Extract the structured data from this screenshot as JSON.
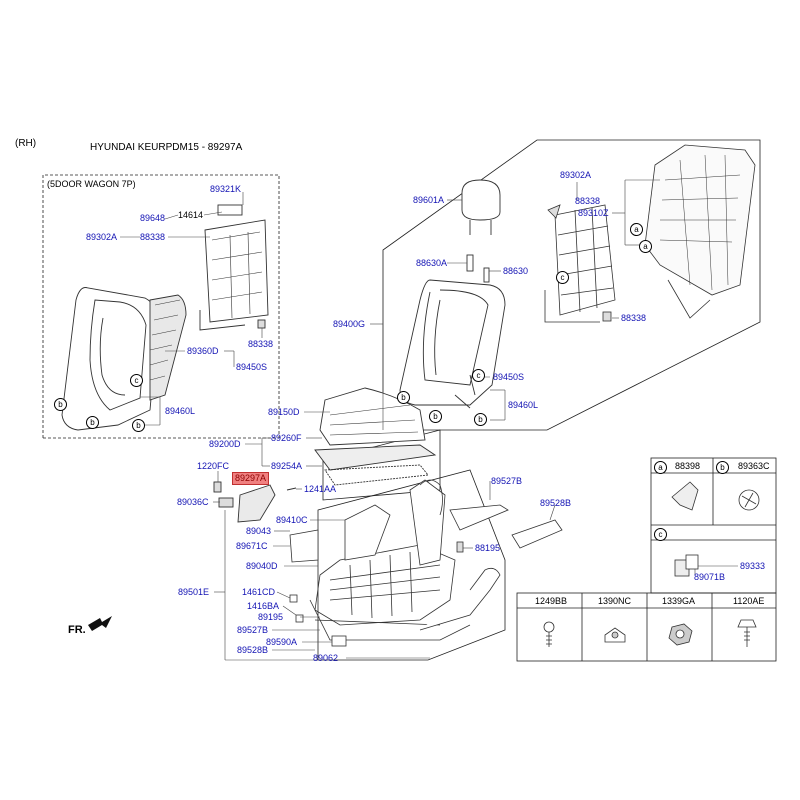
{
  "header": {
    "side": "(RH)",
    "model": "HYUNDAI KEURPDM15 - 89297A",
    "variant": "(5DOOR WAGON 7P)"
  },
  "labels": {
    "l89321K": "89321K",
    "l89648": "89648",
    "l14614": "14614",
    "l89302A_l": "89302A",
    "l88338_l1": "88338",
    "l88338_l2": "88338",
    "l89360D": "89360D",
    "l89450S_l": "89450S",
    "l89460L_l": "89460L",
    "l89601A": "89601A",
    "l89302A_r": "89302A",
    "l88338_r1": "88338",
    "l89310Z": "89310Z",
    "l88630A": "88630A",
    "l88630": "88630",
    "l88338_r2": "88338",
    "l89400G": "89400G",
    "l89450S_r": "89450S",
    "l89460L_r": "89460L",
    "l89150D": "89150D",
    "l89200D": "89200D",
    "l89260F": "89260F",
    "l89254A": "89254A",
    "l1220FC": "1220FC",
    "l89297A": "89297A",
    "l89036C": "89036C",
    "l1241AA": "1241AA",
    "l89527B_t": "89527B",
    "l89528B_t": "89528B",
    "l89410C": "89410C",
    "l89043": "89043",
    "l89671C": "89671C",
    "l88195": "88195",
    "l89040D": "89040D",
    "l89501E": "89501E",
    "l1461CD": "1461CD",
    "l1416BA": "1416BA",
    "l89195": "89195",
    "l89527B_b": "89527B",
    "l89590A": "89590A",
    "l89528B_b": "89528B",
    "l89062": "89062"
  },
  "callouts": {
    "a": "a",
    "b": "b",
    "c": "c"
  },
  "legend": {
    "a_code": "88398",
    "b_code": "89363C",
    "c_code1": "89071B",
    "c_code2": "89333",
    "fasteners": [
      "1249BB",
      "1390NC",
      "1339GA",
      "1120AE"
    ]
  },
  "front_marker": "FR."
}
